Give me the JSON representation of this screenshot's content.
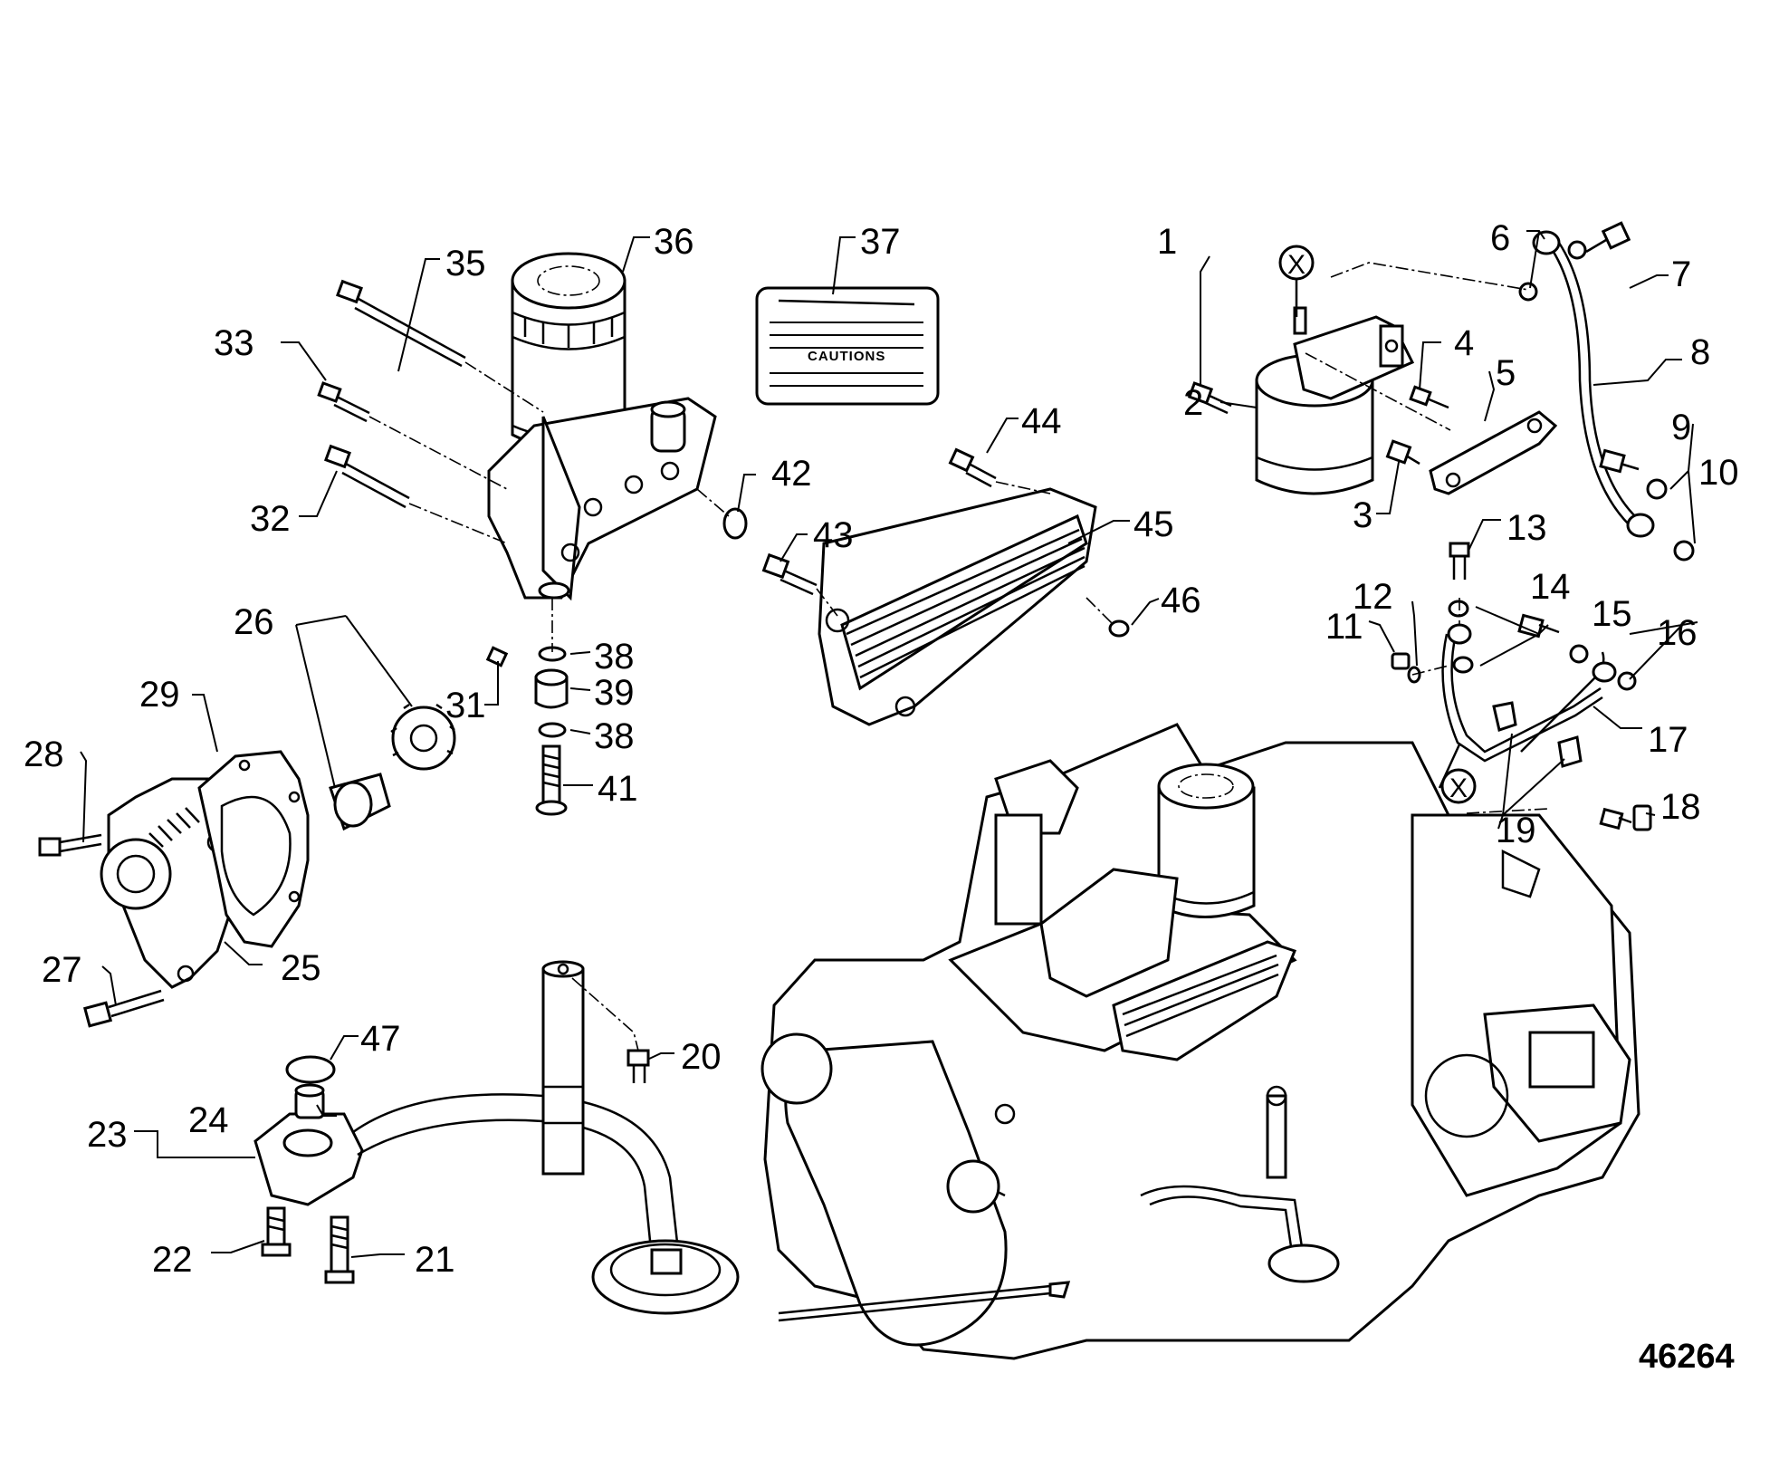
{
  "figure_number": "46264",
  "decal_text": "CAUTIONS",
  "x_marker": "X",
  "callouts": [
    "1",
    "2",
    "3",
    "4",
    "5",
    "6",
    "7",
    "8",
    "9",
    "10",
    "11",
    "12",
    "13",
    "14",
    "15",
    "16",
    "17",
    "18",
    "19",
    "20",
    "21",
    "22",
    "23",
    "24",
    "25",
    "26",
    "27",
    "28",
    "29",
    "31",
    "32",
    "33",
    "35",
    "36",
    "37",
    "38",
    "38",
    "39",
    "41",
    "42",
    "43",
    "44",
    "45",
    "46",
    "47"
  ]
}
